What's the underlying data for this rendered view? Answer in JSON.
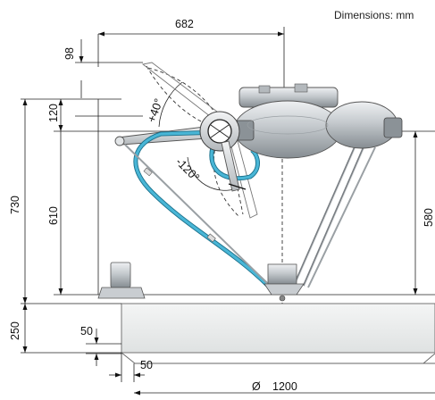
{
  "header": {
    "units_label": "Dimensions: mm"
  },
  "dimensions": {
    "top_width": "682",
    "stroke_above": "98",
    "arm_offset": "120",
    "total_height": "730",
    "mount_height": "610",
    "base_height": "250",
    "work_height": "580",
    "ledge_height": "50",
    "ledge_width": "50",
    "work_diameter": "1200",
    "diameter_symbol": "Ø"
  },
  "angles": {
    "up": "+40°",
    "down": "-120°"
  },
  "colors": {
    "cable": "#49b6d6",
    "cable_edge": "#1a6f8a",
    "robot_body": "#c9cdd1",
    "robot_dark": "#7d8489",
    "floor_fill": "#eceeee"
  }
}
